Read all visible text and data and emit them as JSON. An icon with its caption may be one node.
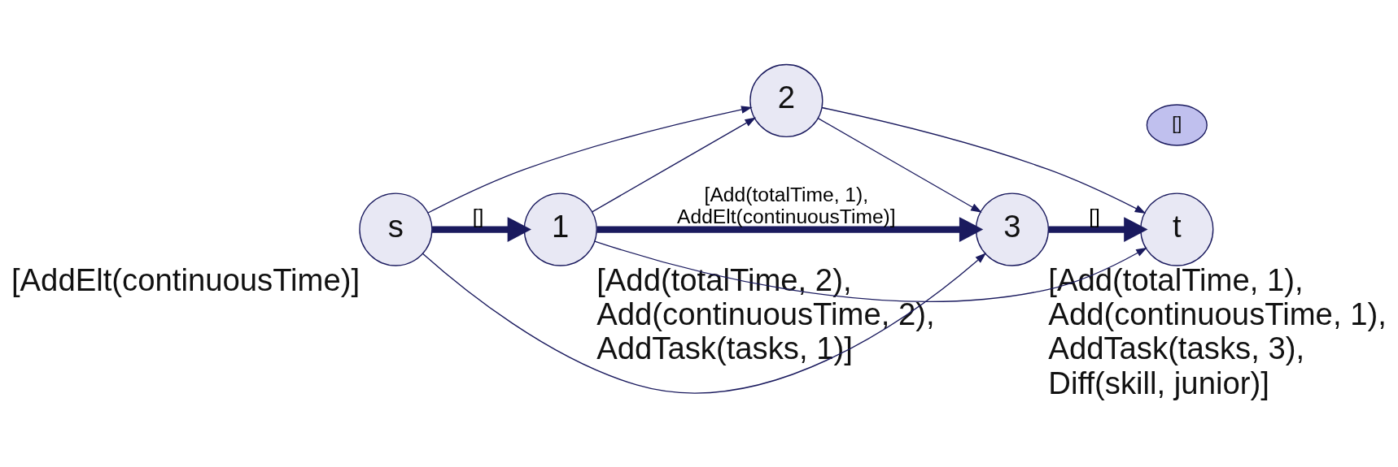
{
  "diagram": {
    "nodes": [
      {
        "text": [
          "s"
        ],
        "beside": [
          "[AddElt(continuousTime)]"
        ]
      },
      {
        "text": [
          "1"
        ],
        "beside": [
          "[Add(totalTime, 2), Add(continuousTime, 2), AddTask(tasks, 1)]"
        ]
      },
      {
        "text": [
          "2"
        ]
      },
      {
        "text": [
          "3"
        ],
        "beside": [
          "[Add(totalTime, 1), Add(continuousTime, 1), AddTask(tasks, 3), Diff(skill, junior)]"
        ]
      },
      {
        "text": [
          "t"
        ]
      },
      {
        "text": [
          "[]"
        ]
      }
    ],
    "edges": [
      {
        "from": 0,
        "to": 2,
        "arrow": "to"
      },
      {
        "from": 2,
        "to": 4,
        "arrow": "to"
      },
      {
        "from": 0,
        "to": 3,
        "arrow": "to"
      },
      {
        "from": 0,
        "to": 1,
        "arrow": "to",
        "label": "[]",
        "style": "thick"
      },
      {
        "from": 1,
        "to": 2,
        "arrow": "to"
      },
      {
        "from": 1,
        "to": 4,
        "arrow": "to"
      },
      {
        "from": 1,
        "to": 3,
        "arrow": "to",
        "label": "[Add(totalTime, 1), AddElt(continuousTime)]",
        "style": "thick"
      },
      {
        "from": 2,
        "to": 3,
        "arrow": "to"
      },
      {
        "from": 3,
        "to": 4,
        "arrow": "to",
        "label": "[]",
        "style": "thick"
      }
    ]
  }
}
